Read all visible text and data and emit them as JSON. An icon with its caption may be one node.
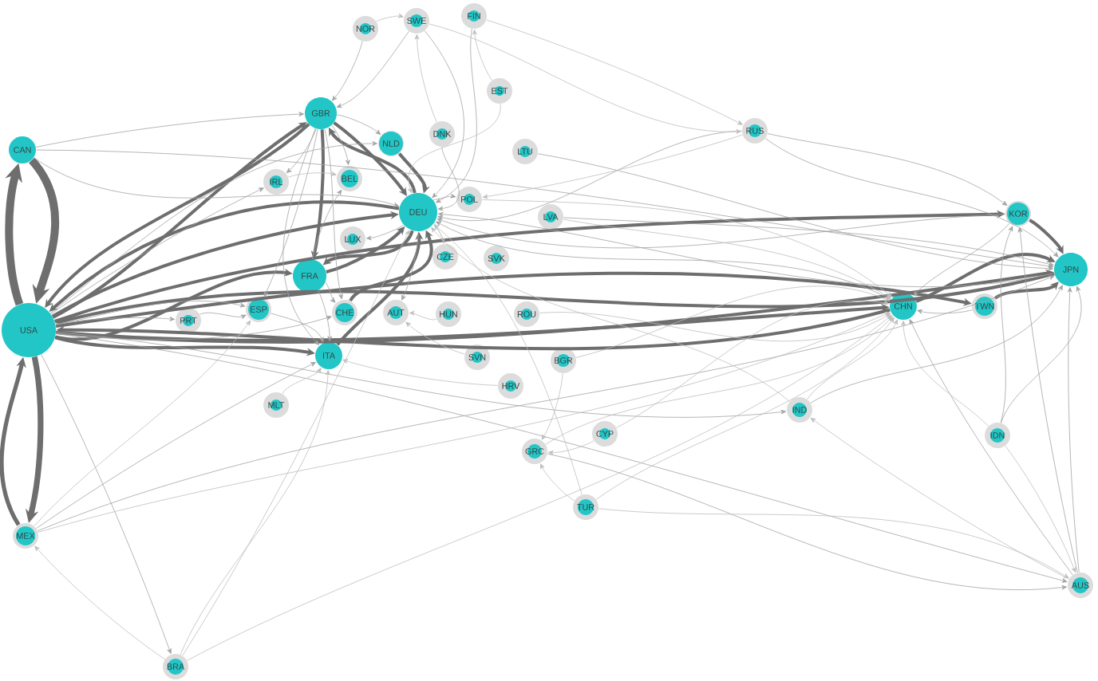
{
  "diagram": {
    "nodes": [
      {
        "text": [
          "NOR"
        ]
      },
      {
        "text": [
          "SWE"
        ]
      },
      {
        "text": [
          "FIN"
        ]
      },
      {
        "text": [
          "EST"
        ]
      },
      {
        "text": [
          "GBR"
        ]
      },
      {
        "text": [
          "RUS"
        ]
      },
      {
        "text": [
          "DNK"
        ]
      },
      {
        "text": [
          "NLD"
        ]
      },
      {
        "text": [
          "CAN"
        ]
      },
      {
        "text": [
          "LTU"
        ]
      },
      {
        "text": [
          "BEL"
        ]
      },
      {
        "text": [
          "IRL"
        ]
      },
      {
        "text": [
          "POL"
        ]
      },
      {
        "text": [
          "DEU"
        ]
      },
      {
        "text": [
          "LVA"
        ]
      },
      {
        "text": [
          "KOR"
        ]
      },
      {
        "text": [
          "LUX"
        ]
      },
      {
        "text": [
          "CZE"
        ]
      },
      {
        "text": [
          "SVK"
        ]
      },
      {
        "text": [
          "JPN"
        ]
      },
      {
        "text": [
          "FRA"
        ]
      },
      {
        "text": [
          "CHN"
        ]
      },
      {
        "text": [
          "TWN"
        ]
      },
      {
        "text": [
          "ESP"
        ]
      },
      {
        "text": [
          "CHE"
        ]
      },
      {
        "text": [
          "AUT"
        ]
      },
      {
        "text": [
          "HUN"
        ]
      },
      {
        "text": [
          "ROU"
        ]
      },
      {
        "text": [
          "PRT"
        ]
      },
      {
        "text": [
          "USA"
        ]
      },
      {
        "text": [
          "ITA"
        ]
      },
      {
        "text": [
          "SVN"
        ]
      },
      {
        "text": [
          "BGR"
        ]
      },
      {
        "text": [
          "HRV"
        ]
      },
      {
        "text": [
          "MLT"
        ]
      },
      {
        "text": [
          "IND"
        ]
      },
      {
        "text": [
          "IDN"
        ]
      },
      {
        "text": [
          "CYP"
        ]
      },
      {
        "text": [
          "GRC"
        ]
      },
      {
        "text": [
          "TUR"
        ]
      },
      {
        "text": [
          "MEX"
        ]
      },
      {
        "text": [
          "AUS"
        ]
      },
      {
        "text": [
          "BRA"
        ]
      }
    ],
    "edges": [
      {
        "from": 29,
        "to": 8,
        "arrow": "to",
        "style": "thick",
        "color": "#6e6e6e"
      },
      {
        "from": 8,
        "to": 29,
        "arrow": "to",
        "style": "thick",
        "color": "#6e6e6e"
      },
      {
        "from": 29,
        "to": 40,
        "arrow": "to",
        "style": "thick",
        "color": "#6e6e6e"
      },
      {
        "from": 40,
        "to": 29,
        "arrow": "to",
        "style": "thick",
        "color": "#6e6e6e"
      },
      {
        "from": 29,
        "to": 19,
        "arrow": "to",
        "style": "thick",
        "color": "#6e6e6e"
      },
      {
        "from": 19,
        "to": 29,
        "arrow": "to",
        "style": "thick",
        "color": "#6e6e6e"
      },
      {
        "from": 29,
        "to": 21,
        "arrow": "to",
        "style": "thick",
        "color": "#6e6e6e"
      },
      {
        "from": 21,
        "to": 29,
        "arrow": "to",
        "style": "thick",
        "color": "#6e6e6e"
      },
      {
        "from": 29,
        "to": 13,
        "arrow": "to",
        "style": "thick",
        "color": "#6e6e6e"
      },
      {
        "from": 13,
        "to": 29,
        "arrow": "to",
        "style": "thick",
        "color": "#6e6e6e"
      },
      {
        "from": 29,
        "to": 4,
        "arrow": "to",
        "style": "thick",
        "color": "#6e6e6e"
      },
      {
        "from": 4,
        "to": 29,
        "arrow": "to",
        "style": "thick",
        "color": "#6e6e6e"
      },
      {
        "from": 29,
        "to": 20,
        "arrow": "to",
        "style": "thick",
        "color": "#6e6e6e"
      },
      {
        "from": 29,
        "to": 15,
        "arrow": "to",
        "style": "thick",
        "color": "#6e6e6e"
      },
      {
        "from": 29,
        "to": 22,
        "arrow": "to",
        "style": "thick",
        "color": "#6e6e6e"
      },
      {
        "from": 4,
        "to": 13,
        "arrow": "to",
        "style": "thick",
        "color": "#6e6e6e"
      },
      {
        "from": 13,
        "to": 4,
        "arrow": "to",
        "style": "thick",
        "color": "#6e6e6e"
      },
      {
        "from": 7,
        "to": 13,
        "arrow": "to",
        "style": "thick",
        "color": "#6e6e6e"
      },
      {
        "from": 20,
        "to": 13,
        "arrow": "to",
        "style": "thick",
        "color": "#6e6e6e"
      },
      {
        "from": 13,
        "to": 20,
        "arrow": "to",
        "style": "thick",
        "color": "#6e6e6e"
      },
      {
        "from": 30,
        "to": 13,
        "arrow": "to",
        "style": "thick",
        "color": "#6e6e6e"
      },
      {
        "from": 24,
        "to": 13,
        "arrow": "to",
        "style": "thick",
        "color": "#6e6e6e"
      },
      {
        "from": 15,
        "to": 19,
        "arrow": "to",
        "style": "thick",
        "color": "#6e6e6e"
      },
      {
        "from": 21,
        "to": 19,
        "arrow": "to",
        "style": "thick",
        "color": "#6e6e6e"
      },
      {
        "from": 22,
        "to": 19,
        "arrow": "to",
        "style": "thick",
        "color": "#6e6e6e"
      },
      {
        "from": 4,
        "to": 20,
        "arrow": "to",
        "style": "thick",
        "color": "#6e6e6e"
      },
      {
        "from": 29,
        "to": 30,
        "arrow": "to",
        "style": "thick",
        "color": "#6e6e6e"
      },
      {
        "from": 4,
        "to": 7,
        "arrow": "to",
        "color": "#a3a3a3"
      },
      {
        "from": 4,
        "to": 10,
        "arrow": "to",
        "color": "#a3a3a3"
      },
      {
        "from": 4,
        "to": 23,
        "arrow": "to",
        "color": "#a3a3a3"
      },
      {
        "from": 4,
        "to": 30,
        "arrow": "to",
        "color": "#a3a3a3"
      },
      {
        "from": 4,
        "to": 24,
        "arrow": "to",
        "color": "#a3a3a3"
      },
      {
        "from": 4,
        "to": 11,
        "arrow": "to",
        "color": "#a3a3a3"
      },
      {
        "from": 13,
        "to": 12,
        "arrow": "to",
        "color": "#a3a3a3"
      },
      {
        "from": 13,
        "to": 17,
        "arrow": "to",
        "color": "#a3a3a3"
      },
      {
        "from": 13,
        "to": 25,
        "arrow": "to",
        "color": "#a3a3a3"
      },
      {
        "from": 13,
        "to": 16,
        "arrow": "to",
        "color": "#a3a3a3"
      },
      {
        "from": 20,
        "to": 30,
        "arrow": "to",
        "color": "#a3a3a3"
      },
      {
        "from": 20,
        "to": 10,
        "arrow": "to",
        "color": "#a3a3a3"
      },
      {
        "from": 20,
        "to": 24,
        "arrow": "to",
        "color": "#a3a3a3"
      },
      {
        "from": 29,
        "to": 11,
        "arrow": "to",
        "color": "#a3a3a3"
      },
      {
        "from": 29,
        "to": 7,
        "arrow": "to",
        "color": "#a3a3a3"
      },
      {
        "from": 29,
        "to": 24,
        "arrow": "to",
        "color": "#a3a3a3"
      },
      {
        "from": 29,
        "to": 28,
        "arrow": "to",
        "color": "#a3a3a3"
      },
      {
        "from": 29,
        "to": 23,
        "arrow": "to",
        "color": "#a3a3a3"
      },
      {
        "from": 8,
        "to": 4,
        "arrow": "to",
        "color": "#a3a3a3"
      },
      {
        "from": 8,
        "to": 19,
        "arrow": "to",
        "color": "#a3a3a3"
      },
      {
        "from": 8,
        "to": 13,
        "arrow": "to",
        "color": "#a3a3a3"
      },
      {
        "from": 40,
        "to": 19,
        "arrow": "to",
        "color": "#a3a3a3"
      },
      {
        "from": 29,
        "to": 41,
        "arrow": "to",
        "color": "#a3a3a3"
      },
      {
        "from": 29,
        "to": 35,
        "arrow": "to",
        "color": "#a3a3a3"
      },
      {
        "from": 29,
        "to": 42,
        "arrow": "to",
        "color": "#a3a3a3"
      },
      {
        "from": 40,
        "to": 30,
        "arrow": "to",
        "color": "#a3a3a3"
      },
      {
        "from": 41,
        "to": 19,
        "arrow": "to",
        "color": "#a3a3a3"
      },
      {
        "from": 41,
        "to": 21,
        "arrow": "to",
        "color": "#a3a3a3"
      },
      {
        "from": 41,
        "to": 15,
        "arrow": "to",
        "color": "#a3a3a3"
      },
      {
        "from": 36,
        "to": 19,
        "arrow": "to",
        "color": "#a3a3a3"
      },
      {
        "from": 36,
        "to": 15,
        "arrow": "to",
        "color": "#a3a3a3"
      },
      {
        "from": 35,
        "to": 19,
        "arrow": "to",
        "color": "#a3a3a3"
      },
      {
        "from": 5,
        "to": 13,
        "arrow": "to",
        "color": "#a3a3a3"
      },
      {
        "from": 5,
        "to": 19,
        "arrow": "to",
        "color": "#a3a3a3"
      },
      {
        "from": 5,
        "to": 15,
        "arrow": "to",
        "color": "#a3a3a3"
      },
      {
        "from": 0,
        "to": 4,
        "arrow": "to",
        "color": "#a3a3a3"
      },
      {
        "from": 1,
        "to": 4,
        "arrow": "to",
        "color": "#a3a3a3"
      },
      {
        "from": 1,
        "to": 13,
        "arrow": "to",
        "color": "#a3a3a3"
      },
      {
        "from": 2,
        "to": 13,
        "arrow": "to",
        "color": "#a3a3a3"
      },
      {
        "from": 6,
        "to": 13,
        "arrow": "to",
        "color": "#a3a3a3"
      },
      {
        "from": 15,
        "to": 21,
        "arrow": "to",
        "color": "#a3a3a3"
      },
      {
        "from": 22,
        "to": 21,
        "arrow": "to",
        "color": "#a3a3a3"
      },
      {
        "from": 21,
        "to": 13,
        "arrow": "to",
        "color": "#a3a3a3"
      },
      {
        "from": 19,
        "to": 13,
        "arrow": "to",
        "color": "#a3a3a3"
      },
      {
        "from": 15,
        "to": 13,
        "arrow": "to",
        "color": "#a3a3a3"
      },
      {
        "from": 38,
        "to": 41,
        "arrow": "to",
        "color": "#a3a3a3"
      },
      {
        "from": 23,
        "to": 30,
        "arrow": "to",
        "color": "#a3a3a3"
      },
      {
        "from": 28,
        "to": 23,
        "arrow": "to",
        "color": "#a3a3a3"
      },
      {
        "from": 9,
        "to": 19,
        "arrow": "to",
        "color": "#a3a3a3"
      },
      {
        "from": 14,
        "to": 19,
        "arrow": "to",
        "color": "#a3a3a3"
      },
      {
        "from": 0,
        "to": 1,
        "arrow": "to"
      },
      {
        "from": 3,
        "to": 2,
        "arrow": "to"
      },
      {
        "from": 3,
        "to": 13,
        "arrow": "to"
      },
      {
        "from": 31,
        "to": 25,
        "arrow": "to"
      },
      {
        "from": 33,
        "to": 30,
        "arrow": "to"
      },
      {
        "from": 32,
        "to": 38,
        "arrow": "to"
      },
      {
        "from": 37,
        "to": 38,
        "arrow": "to"
      },
      {
        "from": 39,
        "to": 38,
        "arrow": "to"
      },
      {
        "from": 39,
        "to": 13,
        "arrow": "to"
      },
      {
        "from": 34,
        "to": 30,
        "arrow": "to"
      },
      {
        "from": 42,
        "to": 30,
        "arrow": "to"
      },
      {
        "from": 42,
        "to": 21,
        "arrow": "to"
      },
      {
        "from": 42,
        "to": 13,
        "arrow": "to"
      },
      {
        "from": 40,
        "to": 23,
        "arrow": "to"
      },
      {
        "from": 40,
        "to": 21,
        "arrow": "to"
      },
      {
        "from": 35,
        "to": 13,
        "arrow": "to"
      },
      {
        "from": 35,
        "to": 21,
        "arrow": "to"
      },
      {
        "from": 36,
        "to": 21,
        "arrow": "to"
      },
      {
        "from": 36,
        "to": 41,
        "arrow": "to"
      },
      {
        "from": 39,
        "to": 41,
        "arrow": "to"
      },
      {
        "from": 41,
        "to": 35,
        "arrow": "to"
      },
      {
        "from": 26,
        "to": 25,
        "arrow": "to"
      },
      {
        "from": 6,
        "to": 1,
        "arrow": "to"
      },
      {
        "from": 11,
        "to": 10,
        "arrow": "to"
      },
      {
        "from": 42,
        "to": 40,
        "arrow": "to"
      },
      {
        "from": 2,
        "to": 5,
        "arrow": "to"
      },
      {
        "from": 1,
        "to": 5,
        "arrow": "to"
      },
      {
        "from": 5,
        "to": 12,
        "arrow": "to"
      },
      {
        "from": 39,
        "to": 21,
        "arrow": "to"
      },
      {
        "from": 38,
        "to": 21,
        "arrow": "to"
      },
      {
        "from": 37,
        "to": 21,
        "arrow": "to"
      },
      {
        "from": 32,
        "to": 21,
        "arrow": "to"
      },
      {
        "from": 27,
        "to": 21,
        "arrow": "to"
      },
      {
        "from": 12,
        "to": 21,
        "arrow": "to"
      },
      {
        "from": 14,
        "to": 21,
        "arrow": "to"
      }
    ]
  }
}
